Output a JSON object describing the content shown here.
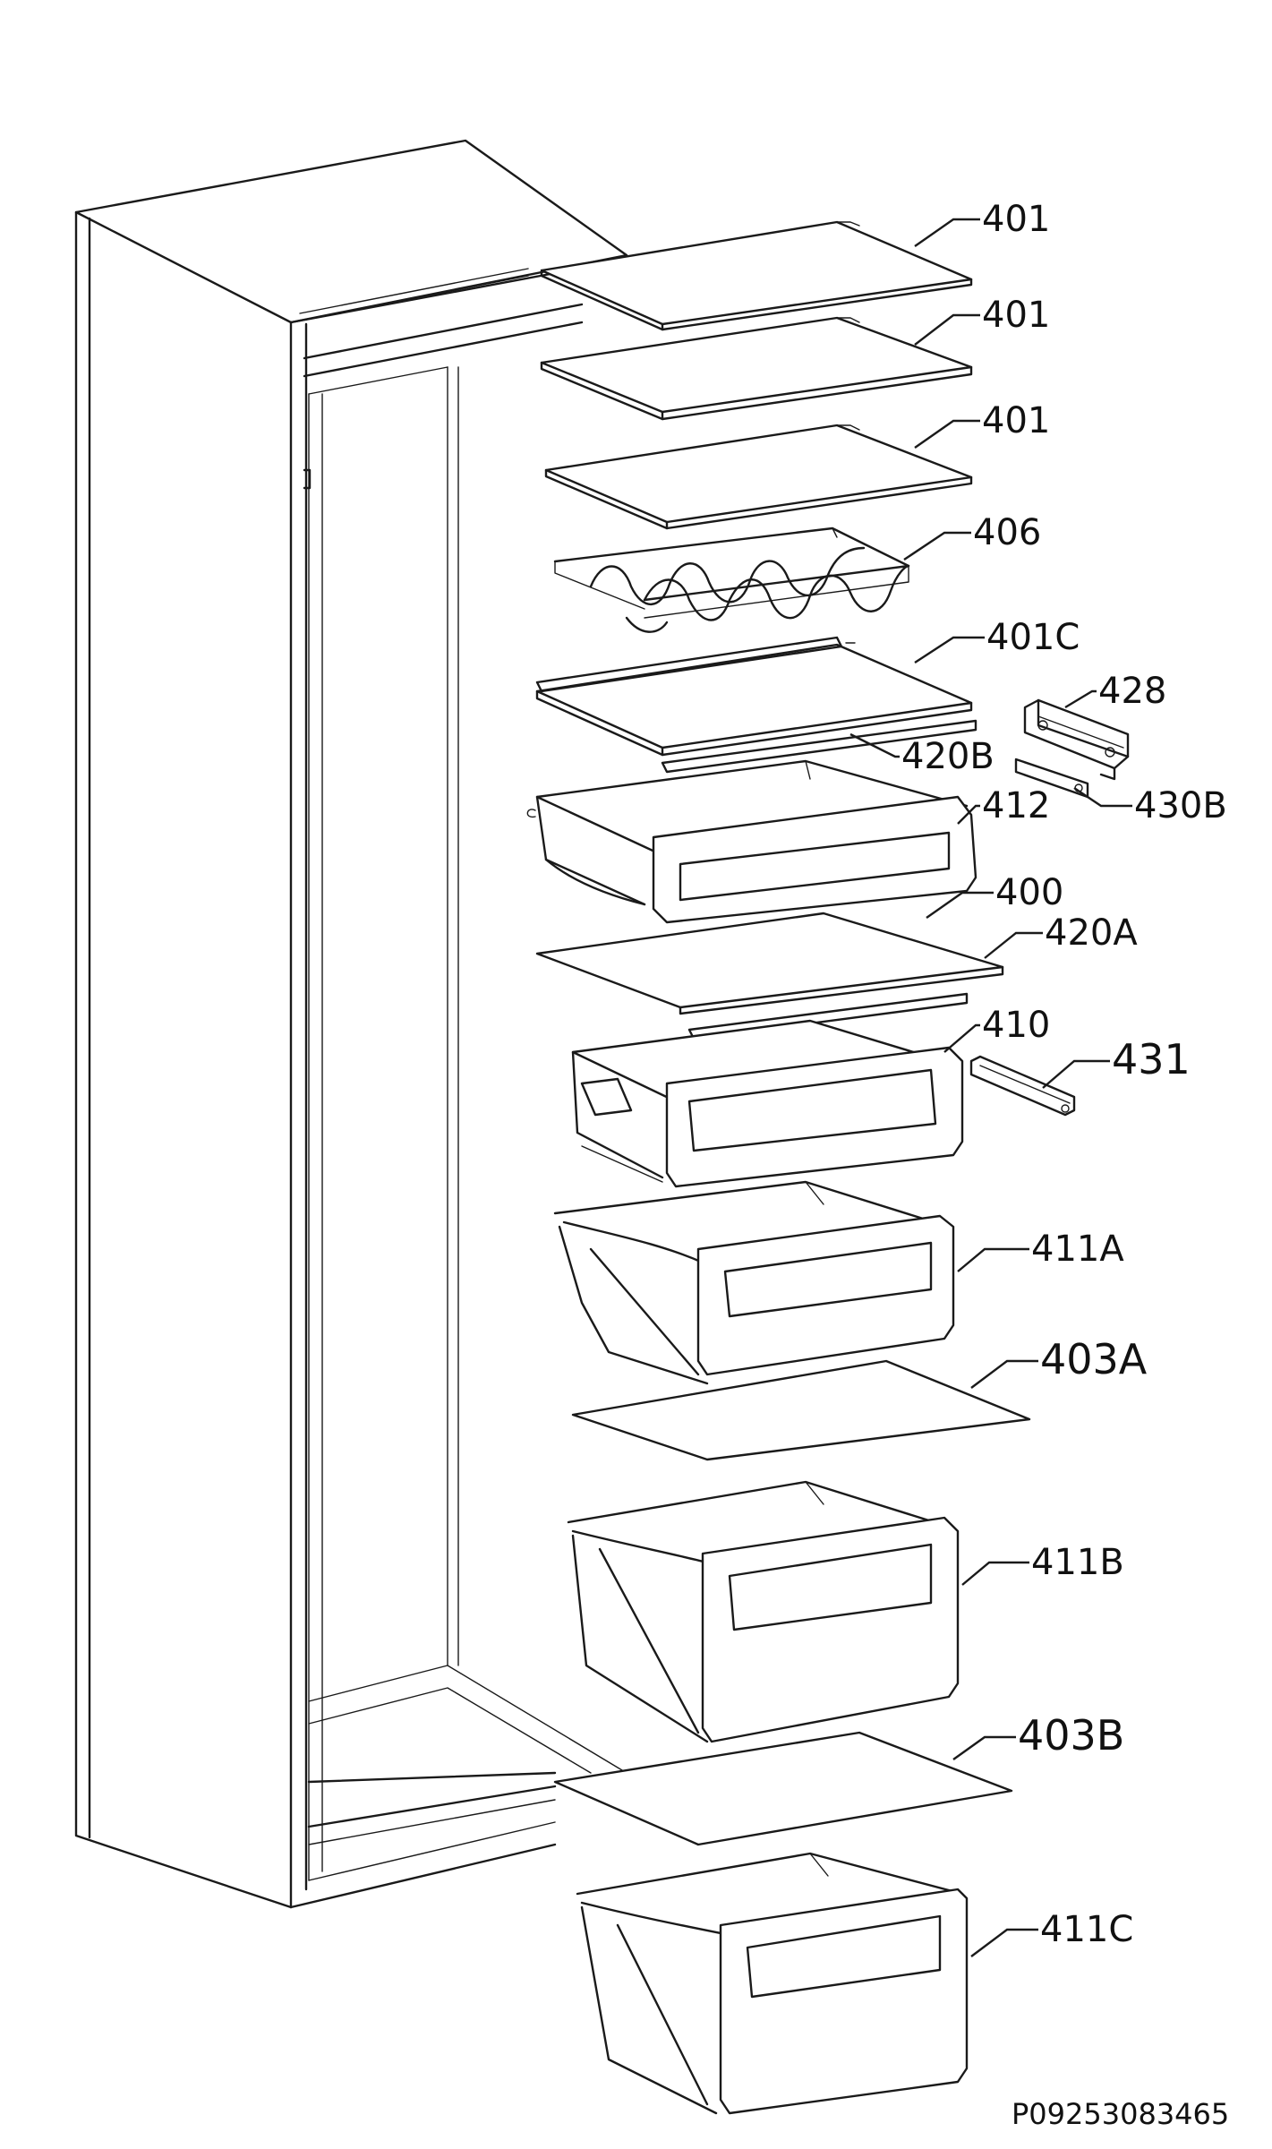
{
  "diagram": {
    "parts": [
      {
        "id": "shelf-1",
        "label": "401"
      },
      {
        "id": "shelf-2",
        "label": "401"
      },
      {
        "id": "shelf-3",
        "label": "401"
      },
      {
        "id": "bottle-rack",
        "label": "406"
      },
      {
        "id": "shelf-4",
        "label": "401C"
      },
      {
        "id": "bracket",
        "label": "428"
      },
      {
        "id": "trim-b",
        "label": "420B"
      },
      {
        "id": "rail-b",
        "label": "430B"
      },
      {
        "id": "drawer-top",
        "label": "412"
      },
      {
        "id": "shelf-glass",
        "label": "400"
      },
      {
        "id": "trim-a",
        "label": "420A"
      },
      {
        "id": "drawer-2",
        "label": "410"
      },
      {
        "id": "rail",
        "label": "431"
      },
      {
        "id": "drawer-a",
        "label": "411A"
      },
      {
        "id": "cover-a",
        "label": "403A"
      },
      {
        "id": "drawer-b",
        "label": "411B"
      },
      {
        "id": "cover-b",
        "label": "403B"
      },
      {
        "id": "drawer-c",
        "label": "411C"
      }
    ],
    "drawing_code": "P09253083465"
  }
}
